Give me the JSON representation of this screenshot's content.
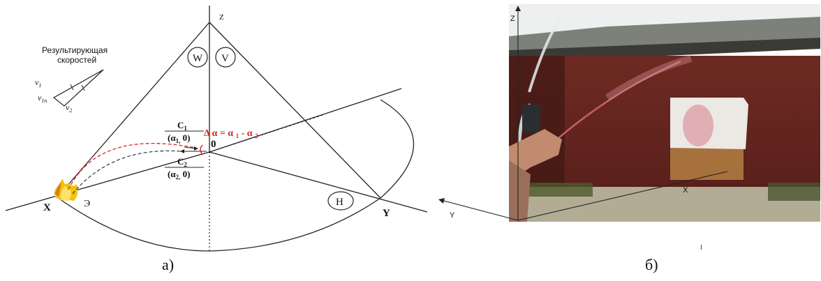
{
  "left_diagram": {
    "axis_z": "Z",
    "plane_w": "W",
    "plane_v": "V",
    "plane_h": "H",
    "point_x": "X",
    "point_y": "Y",
    "origin": "0",
    "source_label": "Э",
    "legend_title_line1": "Результирующая",
    "legend_title_line2": "скоростей",
    "v1": "v",
    "v1_sub": "1",
    "v1n": "v",
    "v1n_sub": "1n",
    "v2": "v",
    "v2_sub": "2",
    "c1": "C",
    "c1_sub": "1",
    "c1_coord": "(α",
    "c1_coord_sub": "1,",
    "c1_coord_end": " 0)",
    "c2": "C",
    "c2_sub": "2",
    "c2_coord": "(α",
    "c2_coord_sub": "2,",
    "c2_coord_end": " 0)",
    "delta_formula": "Δ α  = α ",
    "delta_sub1": "1",
    "delta_mid": " - α ",
    "delta_sub2": "2",
    "caption": "а)",
    "colors": {
      "curve1": "#e02020",
      "curve2": "#2a4a66",
      "delta": "#e02020"
    }
  },
  "right_photo": {
    "axis_z": "Z",
    "axis_x": "X",
    "axis_y": "Y",
    "tick_mark": "I",
    "caption": "б)"
  }
}
